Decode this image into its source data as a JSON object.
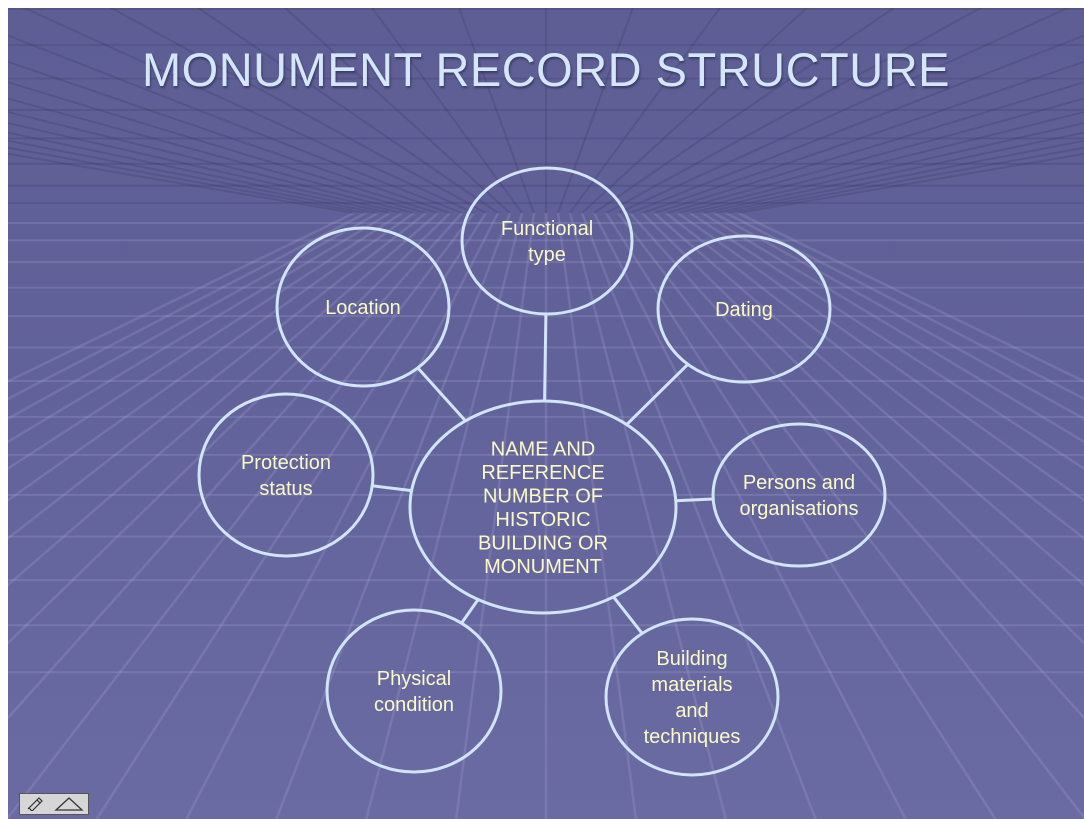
{
  "slide": {
    "title": "MONUMENT RECORD STRUCTURE"
  },
  "diagram": {
    "center": {
      "lines": [
        "NAME AND",
        "REFERENCE",
        "NUMBER OF",
        "HISTORIC",
        "BUILDING OR",
        "MONUMENT"
      ]
    },
    "nodes": [
      {
        "id": "functional-type",
        "lines": [
          "Functional",
          "type"
        ]
      },
      {
        "id": "dating",
        "lines": [
          "Dating"
        ]
      },
      {
        "id": "persons-organisations",
        "lines": [
          "Persons and",
          "organisations"
        ]
      },
      {
        "id": "building-materials",
        "lines": [
          "Building",
          "materials",
          "and",
          "techniques"
        ]
      },
      {
        "id": "physical-condition",
        "lines": [
          "Physical",
          "condition"
        ]
      },
      {
        "id": "protection-status",
        "lines": [
          "Protection",
          "status"
        ]
      },
      {
        "id": "location",
        "lines": [
          "Location"
        ]
      }
    ]
  },
  "colors": {
    "background": "#62629a",
    "title": "#d5e6fa",
    "outline": "#d2e4f8",
    "label": "#fafac8"
  },
  "icons": [
    "slide-menu-icon",
    "pen-icon",
    "triangle-icon"
  ]
}
